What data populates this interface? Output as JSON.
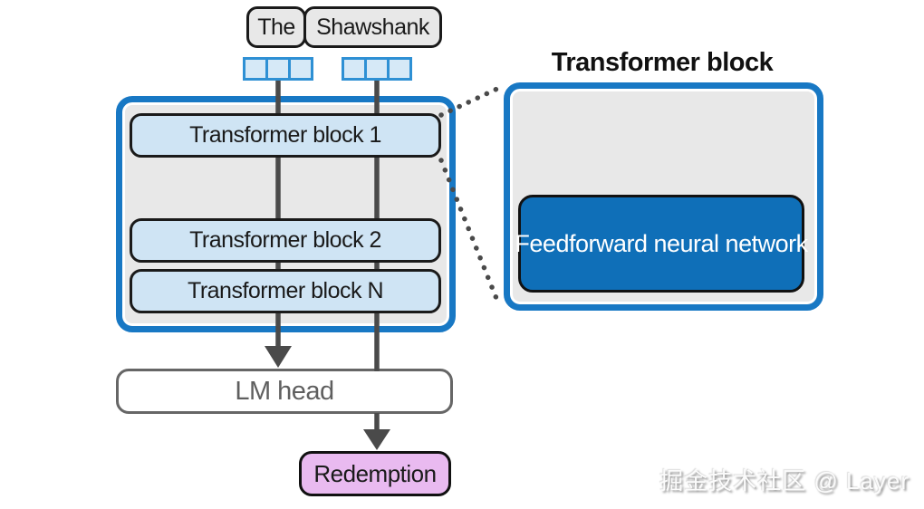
{
  "diagram": {
    "input_tokens": [
      {
        "text": "The"
      },
      {
        "text": "Shawshank"
      }
    ],
    "embedding_cells_per_token": 3,
    "stack": {
      "blocks": [
        {
          "label": "Transformer block 1"
        },
        {
          "label": "Transformer block 2"
        },
        {
          "label": "Transformer block N"
        }
      ]
    },
    "lm_head": {
      "label": "LM head"
    },
    "output_token": {
      "label": "Redemption"
    },
    "detail": {
      "title": "Transformer block",
      "feedforward": {
        "label": "Feedforward neural network"
      }
    },
    "watermark": "掘金技术社区 @ Layer"
  },
  "colors": {
    "accent_blue": "#1878c4",
    "deep_blue": "#0f6fb8",
    "light_blue_fill": "#cfe4f4",
    "token_fill": "#d6e9f7",
    "token_border": "#2e90d4",
    "panel_gray": "#e8e8e8",
    "line_gray": "#4a4a4a",
    "lm_gray": "#666666",
    "pink_fill": "#e9baf0",
    "ink": "#1a1a1a"
  }
}
